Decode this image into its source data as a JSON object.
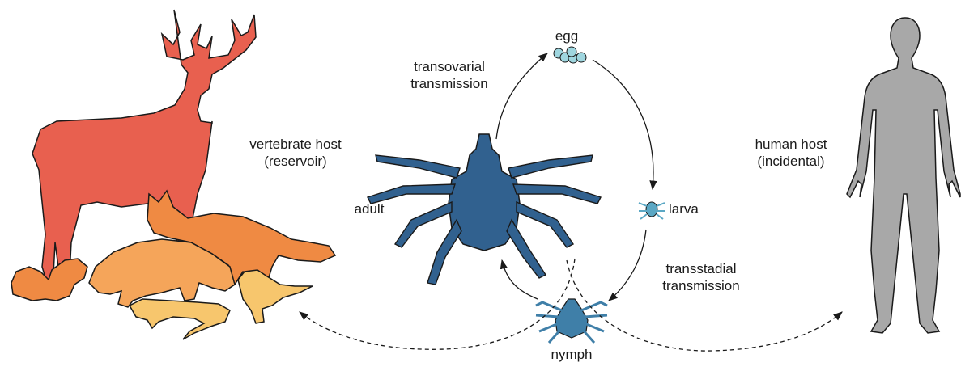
{
  "labels": {
    "egg": "egg",
    "transovarial": "transovarial\ntransmission",
    "vertebrate_host": "vertebrate host\n(reservoir)",
    "adult": "adult",
    "larva": "larva",
    "transstadial": "transstadial\ntransmission",
    "nymph": "nymph",
    "human_host": "human host\n(incidental)"
  },
  "colors": {
    "deer": "#e8604f",
    "fox": "#ef8a43",
    "raccoon": "#f5a55a",
    "squirrel": "#ef8a43",
    "lizard": "#f7c66d",
    "bird": "#f7c66d",
    "tick_adult": "#31618f",
    "tick_nymph": "#3f7fa8",
    "tick_larva": "#5aa7c4",
    "egg": "#9fd6df",
    "human": "#a8a8a8",
    "outline": "#1a1a1a"
  }
}
